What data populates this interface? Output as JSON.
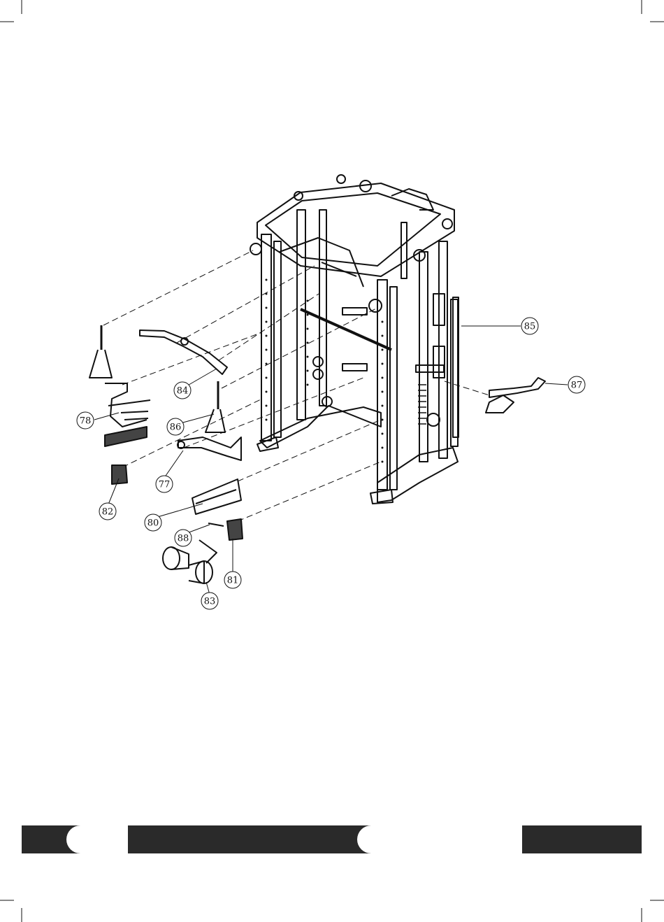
{
  "colors": {
    "line": "#111111",
    "footer": "#2a2a2a",
    "background": "#ffffff"
  },
  "callouts": [
    {
      "id": "c78",
      "label": "78"
    },
    {
      "id": "c84",
      "label": "84"
    },
    {
      "id": "c86",
      "label": "86"
    },
    {
      "id": "c77",
      "label": "77"
    },
    {
      "id": "c82",
      "label": "82"
    },
    {
      "id": "c80",
      "label": "80"
    },
    {
      "id": "c88",
      "label": "88"
    },
    {
      "id": "c81",
      "label": "81"
    },
    {
      "id": "c83",
      "label": "83"
    },
    {
      "id": "c85",
      "label": "85"
    },
    {
      "id": "c87",
      "label": "87"
    }
  ]
}
